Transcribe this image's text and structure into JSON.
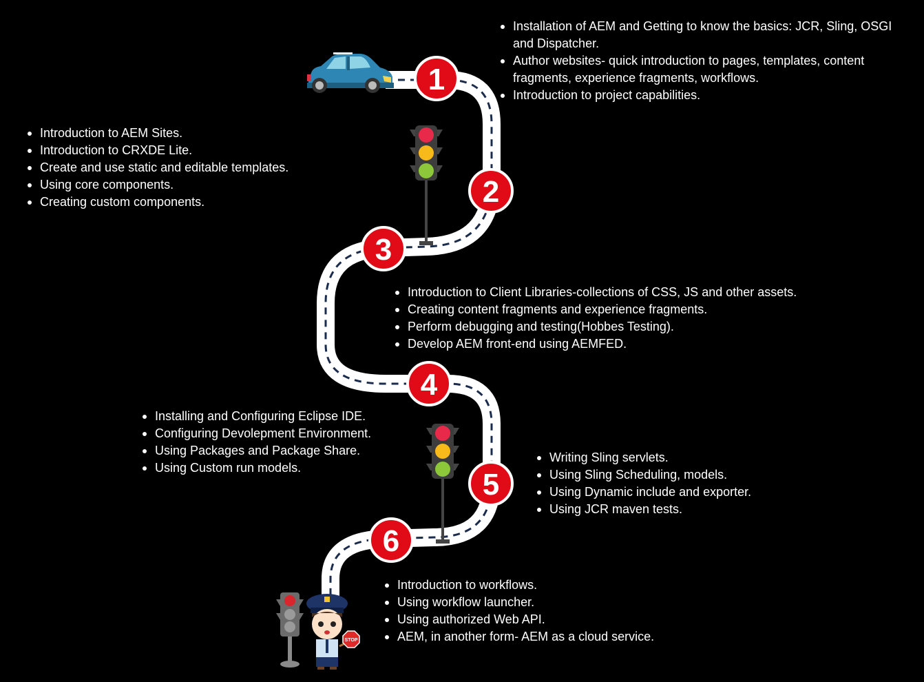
{
  "title": "AEM learning roadmap",
  "colors": {
    "background": "#000000",
    "road": "#ffffff",
    "road_dash": "#1a2b4c",
    "marker_fill": "#e10b17",
    "marker_border": "#ffffff",
    "text": "#ffffff",
    "car_body": "#2d86b4",
    "light_red": "#e8294a",
    "light_yellow": "#f8b91a",
    "light_green": "#8cc83a",
    "light_housing": "#3d3d3d"
  },
  "icons": {
    "car": "car-icon",
    "traffic_light": "traffic-light-icon",
    "police_officer": "police-officer-icon",
    "stop_sign": "stop-sign-icon"
  },
  "steps": [
    {
      "number": "1",
      "items": [
        "Installation of AEM and Getting to know the basics:  JCR, Sling, OSGI and Dispatcher.",
        "Author websites- quick introduction to pages, templates, content fragments, experience fragments, workflows.",
        "Introduction to project capabilities."
      ]
    },
    {
      "number": "2",
      "items": [
        "Introduction to AEM Sites.",
        "Introduction to CRXDE Lite.",
        "Create and use static and editable templates.",
        "Using core components.",
        "Creating custom components."
      ]
    },
    {
      "number": "3",
      "items": [
        "Introduction to Client Libraries-collections of CSS, JS and other assets.",
        "Creating content fragments and experience fragments.",
        "Perform debugging and testing(Hobbes Testing).",
        "Develop AEM front-end using AEMFED."
      ]
    },
    {
      "number": "4",
      "items": [
        "Installing and Configuring Eclipse IDE.",
        "Configuring Devolepment Environment.",
        "Using Packages and Package Share.",
        "Using Custom run models."
      ]
    },
    {
      "number": "5",
      "items": [
        "Writing Sling servlets.",
        "Using Sling Scheduling, models.",
        "Using Dynamic include and exporter.",
        "Using JCR maven tests."
      ]
    },
    {
      "number": "6",
      "items": [
        "Introduction to workflows.",
        "Using workflow launcher.",
        "Using authorized Web API.",
        "AEM, in another form- AEM as a cloud service."
      ]
    }
  ],
  "stop_sign_text": "STOP"
}
